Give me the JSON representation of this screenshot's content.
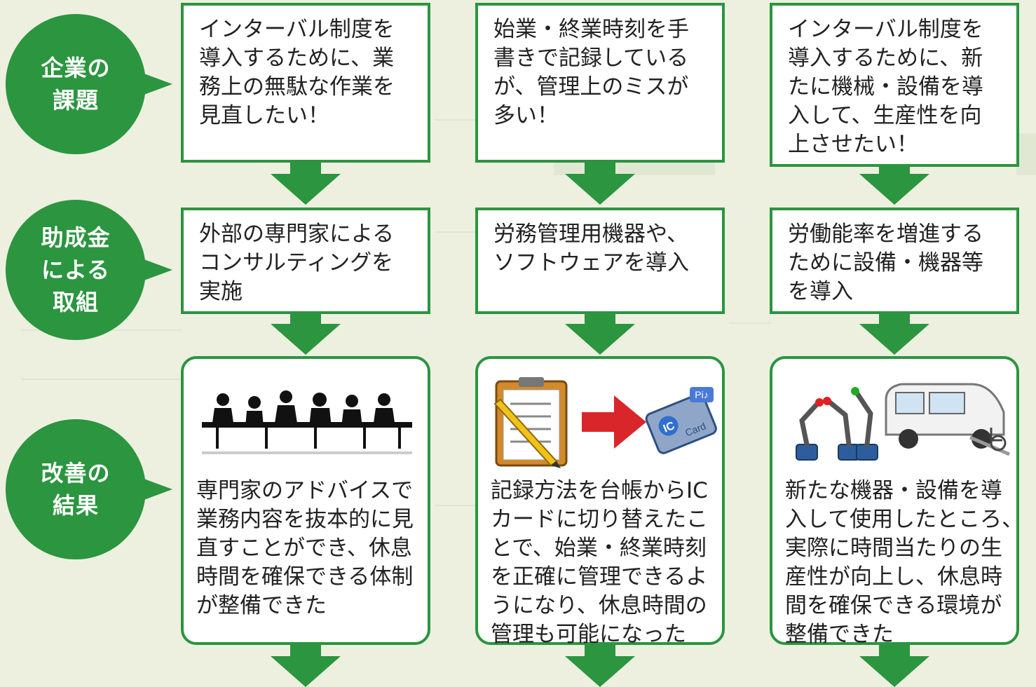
{
  "labels": {
    "row1": [
      "企業の",
      "課題"
    ],
    "row2": [
      "助成金",
      "による",
      "取組"
    ],
    "row3": [
      "改善の",
      "結果"
    ]
  },
  "columns": [
    {
      "issue": [
        "インターバル制度を",
        "導入するために、業",
        "務上の無駄な作業を",
        "見直したい！"
      ],
      "action": [
        "外部の専門家による",
        "コンサルティングを",
        "実施"
      ],
      "illustration": "business-meeting-illustration",
      "result": [
        "専門家のアドバイスで",
        "業務内容を抜本的に見",
        "直すことができ、休息",
        "時間を確保できる体制",
        "が整備できた"
      ]
    },
    {
      "issue": [
        "始業・終業時刻を手",
        "書きで記録している",
        "が、管理上のミスが",
        "多い！"
      ],
      "action": [
        "労務管理用機器や、",
        "ソフトウェアを導入"
      ],
      "illustration": "clipboard-to-ic-card-illustration",
      "card_text": "Card",
      "card_ic": "IC",
      "card_tag": "Pi♪",
      "result": [
        "記録方法を台帳からIC",
        "カードに切り替えたこ",
        "とで、始業・終業時刻",
        "を正確に管理できるよ",
        "うになり、休息時間の",
        "管理も可能になった"
      ]
    },
    {
      "issue": [
        "インターバル制度を",
        "導入するために、新",
        "たに機械・設備を導",
        "入して、生産性を向",
        "上させたい！"
      ],
      "action": [
        "労働能率を増進する",
        "ために設備・機器等",
        "を導入"
      ],
      "illustration": "robot-arms-and-van-illustration",
      "result": [
        "新たな機器・設備を導",
        "入して使用したところ、",
        "実際に時間当たりの生",
        "産性が向上し、休息時",
        "間を確保できる環境が",
        "整備できた"
      ]
    }
  ],
  "colors": {
    "green": "#2b9540",
    "red": "#d9262b",
    "background": "#eef0df"
  }
}
